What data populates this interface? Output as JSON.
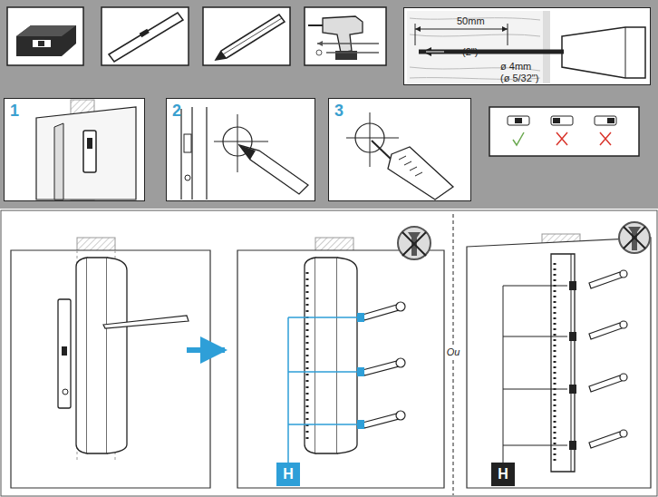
{
  "diagram": {
    "nodes": [
      {
        "text": [
          "50mm",
          "(2\")",
          "ø 4mm",
          "(ø 5/32\")"
        ]
      },
      {
        "text": [
          "1"
        ]
      },
      {
        "text": [
          "2"
        ]
      },
      {
        "text": [
          "3"
        ]
      },
      {
        "text": [
          "H"
        ]
      },
      {
        "text": [
          "H"
        ]
      }
    ],
    "labels": [
      "Ou"
    ]
  }
}
